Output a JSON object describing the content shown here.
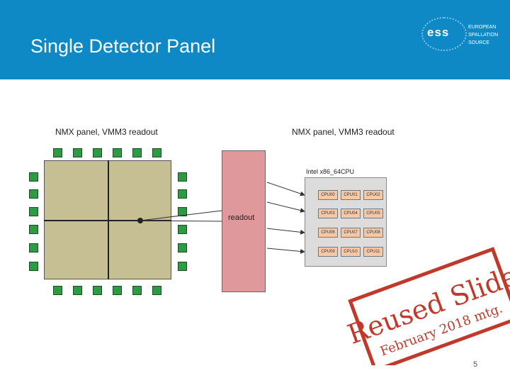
{
  "header": {
    "title": "Single Detector Panel",
    "logo_mark": "ess",
    "logo_lines": [
      "EUROPEAN",
      "SPALLATION",
      "SOURCE"
    ]
  },
  "diagram": {
    "panel_label_left": "NMX panel, VMM3 readout",
    "panel_label_right": "NMX panel, VMM3 readout",
    "readout_label": "readout",
    "cpu_title": "Intel x86_64CPU",
    "cpus": [
      "CPU00",
      "CPU01",
      "CPU02",
      "CPU03",
      "CPU04",
      "CPU05",
      "CPU06",
      "CPU07",
      "CPU08",
      "CPU09",
      "CPU10",
      "CPU11"
    ]
  },
  "stamp": {
    "line1": "Reused Slide",
    "line2": "February 2018 mtg."
  },
  "page_number": "5",
  "colors": {
    "header_bg": "#0f88c6",
    "panel_fill": "#c6bf93",
    "connector_green": "#2e9a43",
    "readout_fill": "#e0999a",
    "cpu_fill": "#f7c8a6",
    "stamp_red": "#c0392b"
  }
}
